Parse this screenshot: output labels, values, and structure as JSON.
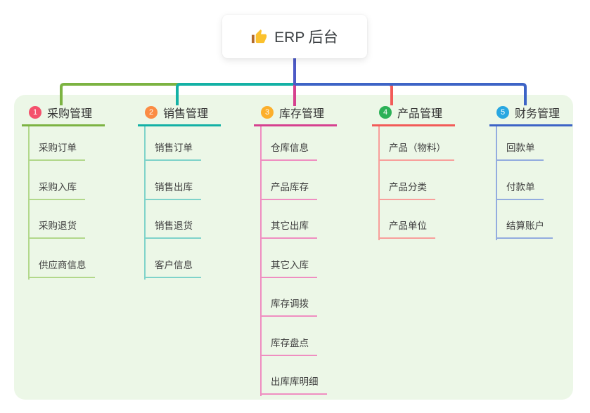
{
  "root": {
    "label": "ERP 后台",
    "icon": "thumbs-up"
  },
  "canvas": {
    "panel_bg": "#ecf7e7",
    "root_stem_color": "#4d5ac6"
  },
  "branches": [
    {
      "num": "1",
      "title": "采购管理",
      "badge_color": "#f4516c",
      "line_color": "#7cb342",
      "light_color": "#b2d88b",
      "children": [
        "采购订单",
        "采购入库",
        "采购退货",
        "供应商信息"
      ]
    },
    {
      "num": "2",
      "title": "销售管理",
      "badge_color": "#fb8c44",
      "line_color": "#13b1a5",
      "light_color": "#7fd3ca",
      "children": [
        "销售订单",
        "销售出库",
        "销售退货",
        "客户信息"
      ]
    },
    {
      "num": "3",
      "title": "库存管理",
      "badge_color": "#fcaf2b",
      "line_color": "#d6418f",
      "light_color": "#ef8ec1",
      "children": [
        "仓库信息",
        "产品库存",
        "其它出库",
        "其它入库",
        "库存调拨",
        "库存盘点",
        "出库库明细"
      ]
    },
    {
      "num": "4",
      "title": "产品管理",
      "badge_color": "#2cb157",
      "line_color": "#f25b58",
      "light_color": "#f89f9b",
      "children": [
        "产品（物料）",
        "产品分类",
        "产品单位"
      ]
    },
    {
      "num": "5",
      "title": "财务管理",
      "badge_color": "#28a7e1",
      "line_color": "#3d64c6",
      "light_color": "#93acdf",
      "children": [
        "回款单",
        "付款单",
        "结算账户"
      ]
    }
  ]
}
